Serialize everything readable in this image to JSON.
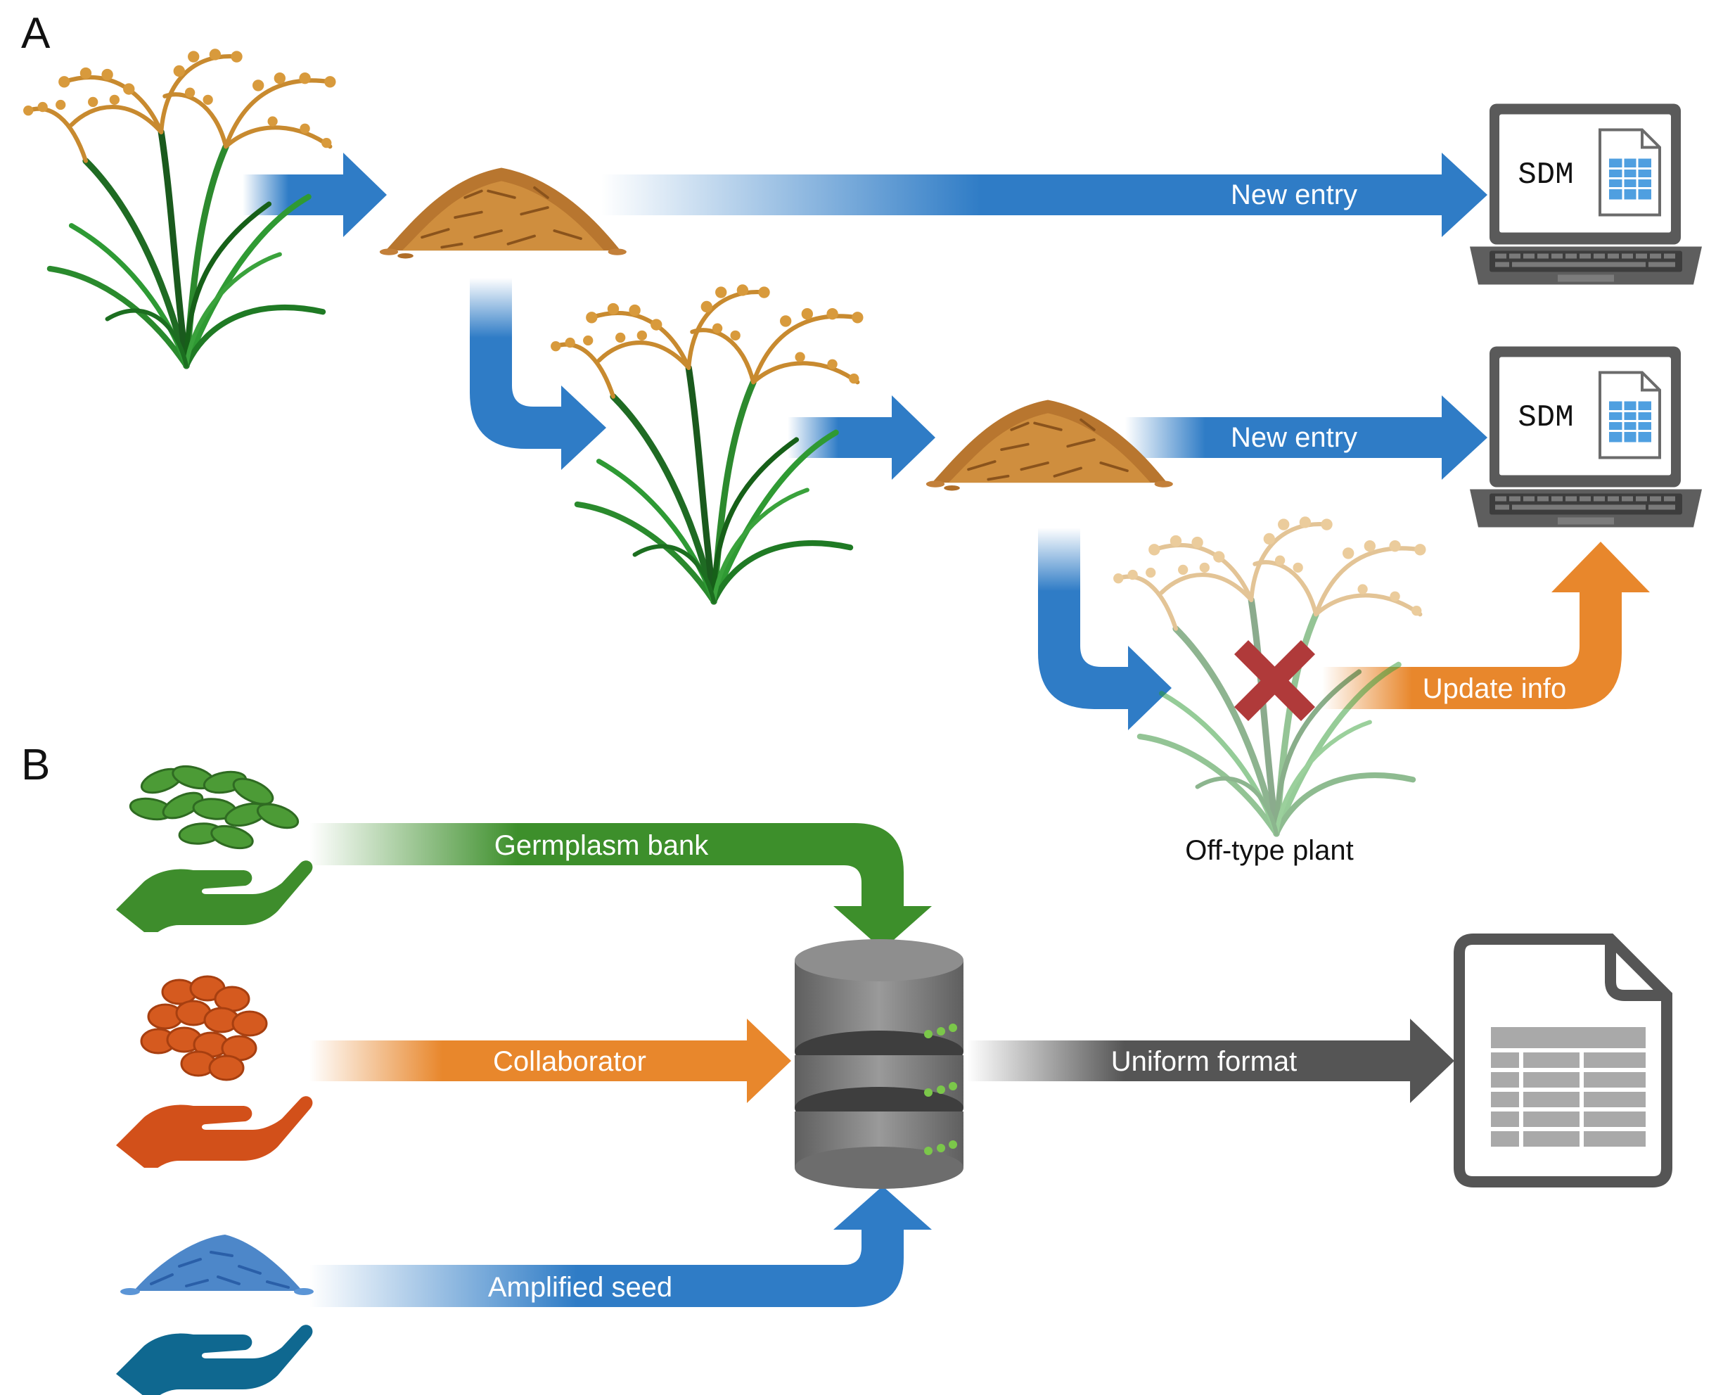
{
  "panels": {
    "a": "A",
    "b": "B"
  },
  "panel_a": {
    "laptop_label": "SDM",
    "arrow_new_entry_1": "New entry",
    "arrow_new_entry_2": "New entry",
    "arrow_update": "Update info",
    "offtype_caption": "Off-type plant"
  },
  "panel_b": {
    "arrow_germplasm": "Germplasm bank",
    "arrow_collaborator": "Collaborator",
    "arrow_amplified": "Amplified seed",
    "arrow_uniform": "Uniform format"
  },
  "colors": {
    "blue": "#2f7cc6",
    "orange": "#e8872c",
    "green": "#3d8f2b",
    "dark_gray": "#555555",
    "hand_green": "#3e8d2c",
    "hand_orange": "#d2501a",
    "hand_blue": "#0f6890",
    "cross_red": "#b03a3a",
    "rice_grain": "#c7863a"
  },
  "icons": [
    "rice-plant-icon",
    "rice-grain-pile-icon",
    "laptop-icon",
    "spreadsheet-icon",
    "database-icon",
    "hand-icon",
    "cross-icon"
  ]
}
